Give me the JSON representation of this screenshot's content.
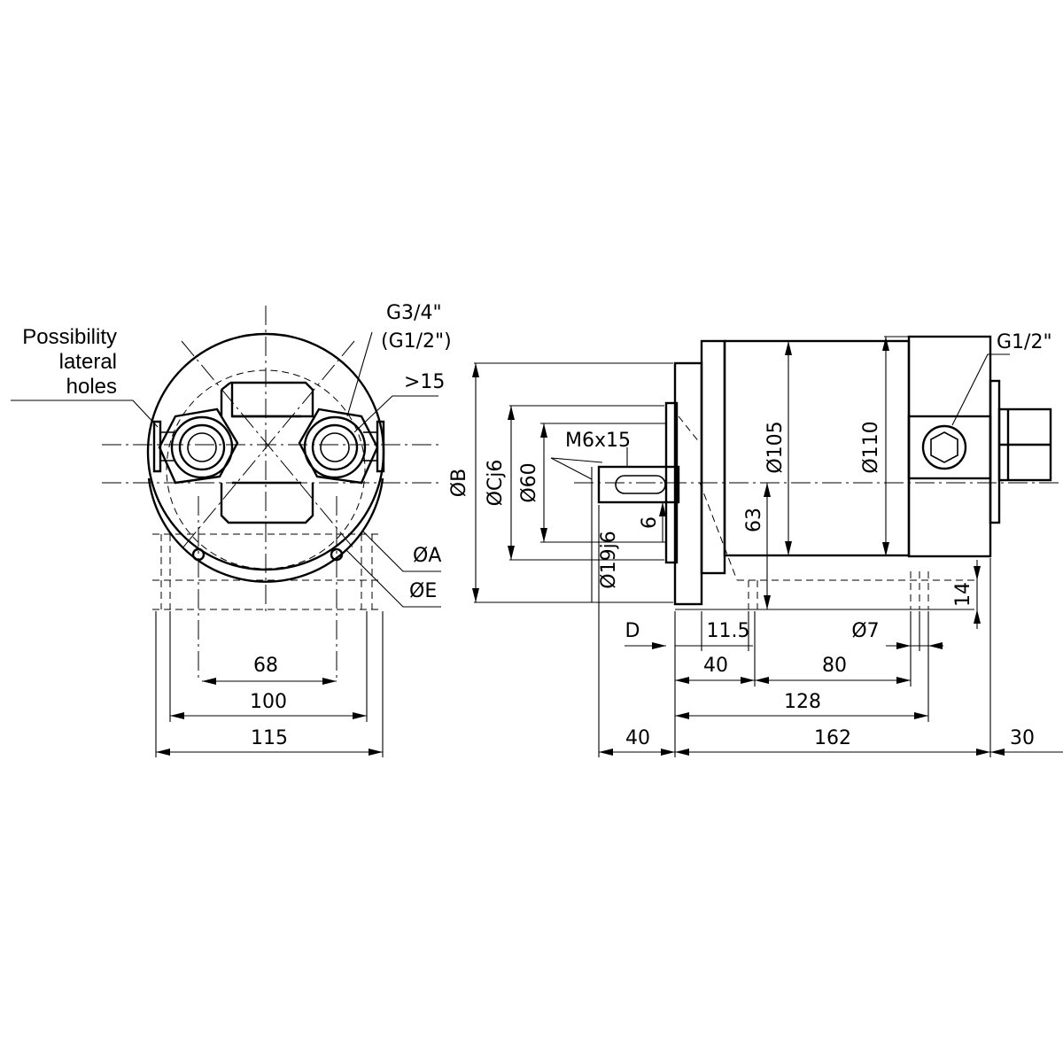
{
  "labels": {
    "lateral_holes_1": "Possibility",
    "lateral_holes_2": "lateral",
    "lateral_holes_3": "holes",
    "port_main": "G3/4\"",
    "port_alt": "(G1/2\")",
    "port_depth": ">15",
    "dia_a": "ØA",
    "dia_e": "ØE",
    "dia_b": "ØB",
    "dia_c": "ØCj6",
    "dia_60": "Ø60",
    "thread": "M6x15",
    "dim_6": "6",
    "dia_shaft": "Ø19j6",
    "dia_105": "Ø105",
    "dim_63": "63",
    "dia_110": "Ø110",
    "drain_port": "G1/2\"",
    "dim_14": "14",
    "dim_d": "D",
    "dim_11_5": "11.5",
    "dia_7": "Ø7",
    "dim_40a": "40",
    "dim_80": "80",
    "dim_128": "128",
    "dim_40b": "40",
    "dim_162": "162",
    "dim_30": "30",
    "dim_68": "68",
    "dim_100": "100",
    "dim_115": "115"
  }
}
